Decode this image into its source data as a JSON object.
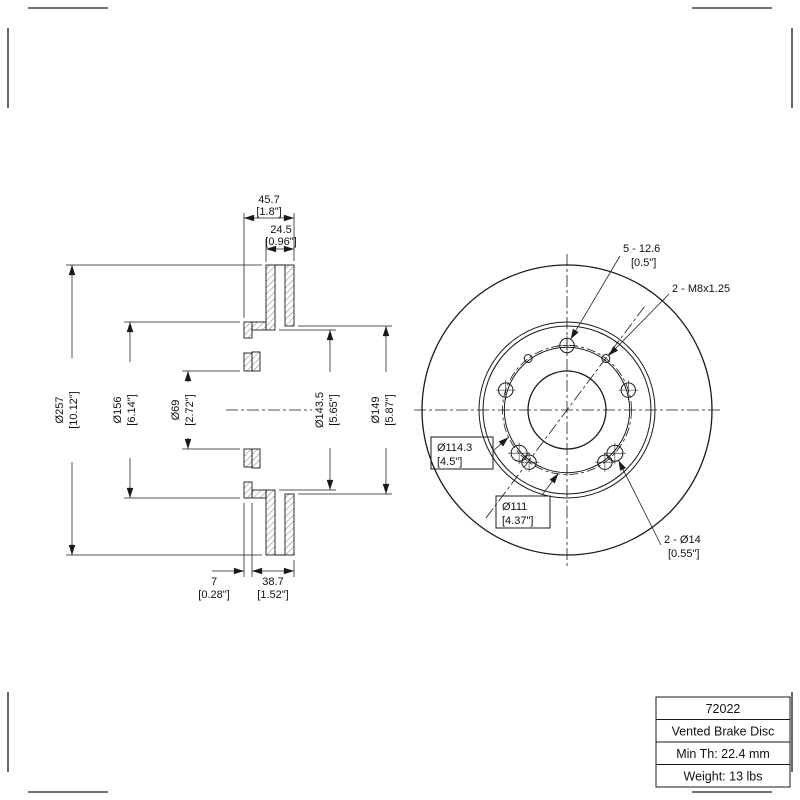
{
  "page": {
    "background": "#ffffff",
    "line_color": "#1a1a1a"
  },
  "title_block": {
    "rows": [
      "72022",
      "Vented Brake Disc",
      "Min Th: 22.4 mm",
      "Weight: 13 lbs"
    ]
  },
  "section_view": {
    "width_total": {
      "mm": "45.7",
      "in": "[1.8\"]"
    },
    "width_disc": {
      "mm": "24.5",
      "in": "[0.96\"]"
    },
    "dia_outer": {
      "mm": "Ø257",
      "in": "[10.12\"]"
    },
    "dia_hat": {
      "mm": "Ø156",
      "in": "[6.14\"]"
    },
    "dia_bore": {
      "mm": "Ø69",
      "in": "[2.72\"]"
    },
    "dia_inner_a": {
      "mm": "Ø143.5",
      "in": "[5.65\"]"
    },
    "dia_inner_b": {
      "mm": "Ø149",
      "in": "[5.87\"]"
    },
    "hat_face": {
      "mm": "7",
      "in": "[0.28\"]"
    },
    "hat_depth": {
      "mm": "38.7",
      "in": "[1.52\"]"
    }
  },
  "front_view": {
    "lug_holes": {
      "line1": "5 - 12.6",
      "line2": "[0.5\"]"
    },
    "thread_holes": {
      "line1": "2 - M8x1.25"
    },
    "bolt_circle": {
      "line1": "Ø114.3",
      "line2": "[4.5\"]"
    },
    "register": {
      "line1": "Ø111",
      "line2": "[4.37\"]"
    },
    "large_holes": {
      "line1": "2 - Ø14",
      "line2": "[0.55\"]"
    }
  }
}
